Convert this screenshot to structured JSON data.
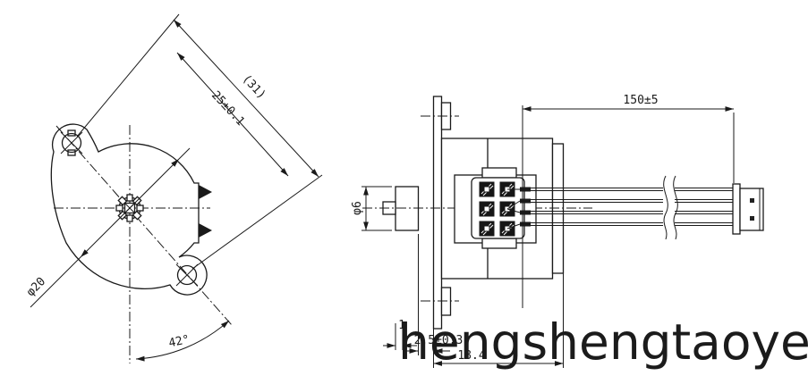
{
  "drawing": {
    "watermark_text": "hengshengtaoye.co",
    "front_view": {
      "overall_dim": "(31)",
      "hole_spacing_dim": "25±0.1",
      "body_diameter_dim": "φ20",
      "angle_dim": "42°"
    },
    "side_view": {
      "lead_length_dim": "150±5",
      "shaft_diameter_dim": "φ6",
      "flange_thickness_dim": "1",
      "boss_height_dim": "2.5±0.3",
      "body_depth_dim": "18.4"
    },
    "colors": {
      "line": "#1a1a1a",
      "background": "#ffffff",
      "watermark": "#1b1b1b"
    }
  }
}
